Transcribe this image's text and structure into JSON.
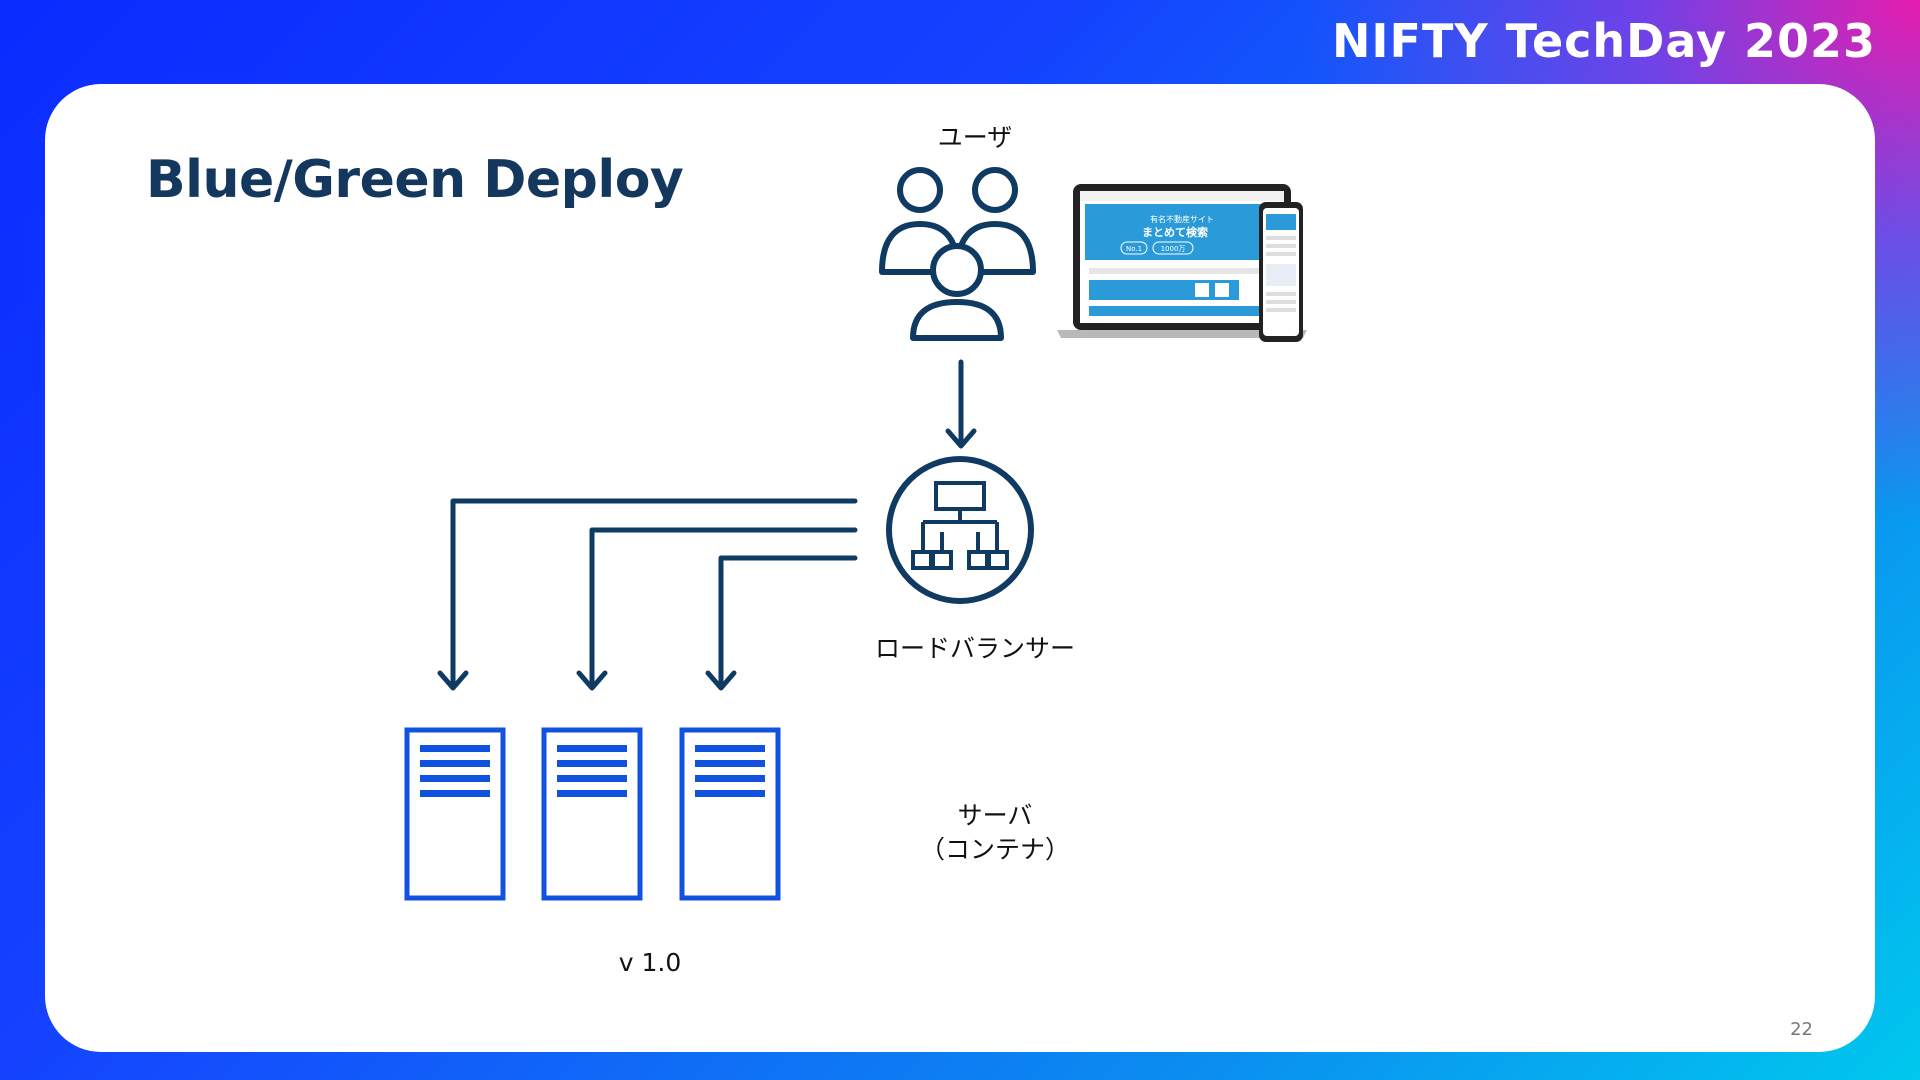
{
  "header": {
    "brand": "NIFTY TechDay 2023"
  },
  "slide": {
    "title": "Blue/Green Deploy",
    "page_number": "22"
  },
  "diagram": {
    "user_label": "ユーザ",
    "load_balancer_label": "ロードバランサー",
    "server_label_line1": "サーバ",
    "server_label_line2": "（コンテナ）",
    "version_label": "v 1.0",
    "devices": {
      "headline_small": "有名不動産サイト",
      "headline": "まとめて検索",
      "badge_1": "No.1",
      "badge_2": "1000万"
    },
    "server_count": 3
  },
  "colors": {
    "title": "#14375e",
    "diagram_line": "#0f3a62",
    "server": "#1252e0",
    "screen_accent": "#2a9ad8"
  }
}
